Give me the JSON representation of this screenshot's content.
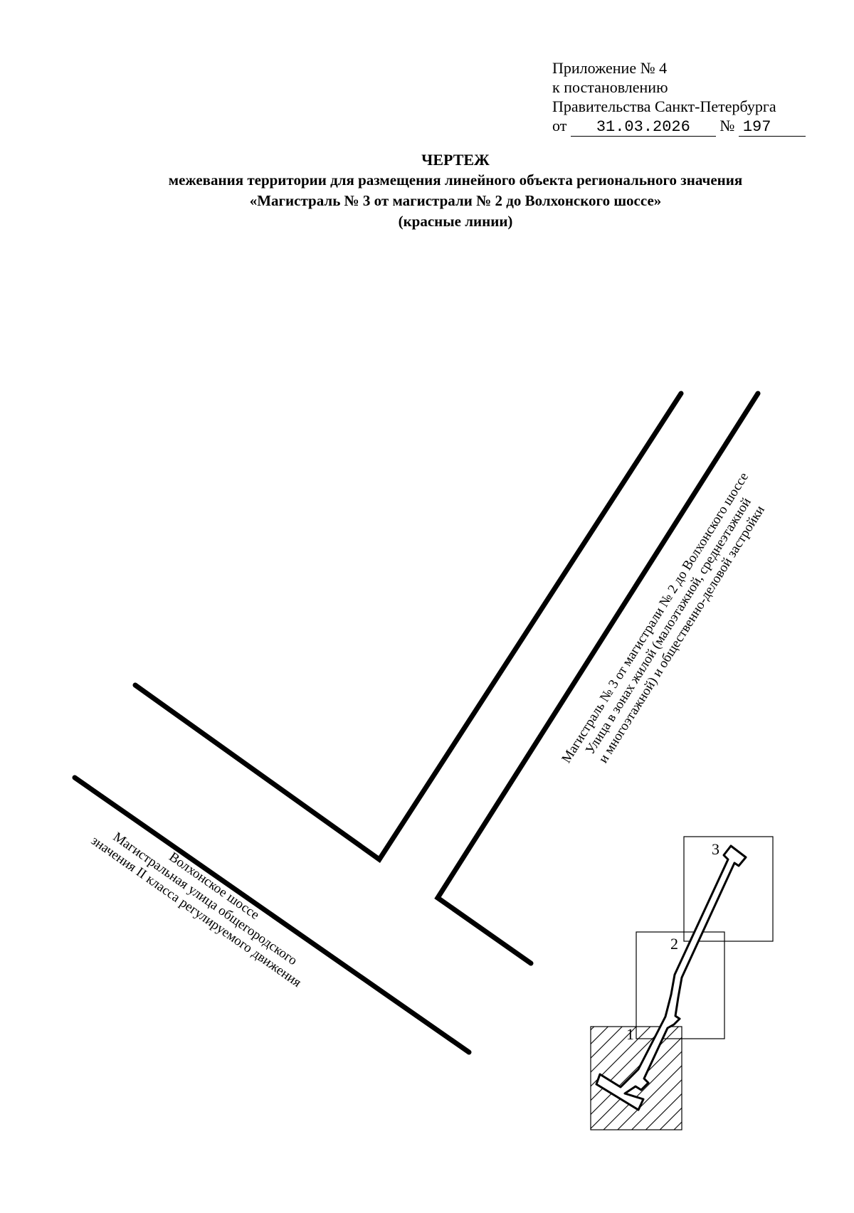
{
  "appendix": {
    "line1": "Приложение № 4",
    "line2": "к постановлению",
    "line3": "Правительства Санкт-Петербурга",
    "date_prefix": "от",
    "date": "31.03.2026",
    "number_prefix": "№",
    "number": "197"
  },
  "title": {
    "heading": "ЧЕРТЕЖ",
    "line1": "межевания территории для размещения линейного объекта регионального значения",
    "line2": "«Магистраль № 3 от магистрали № 2 до Волхонского шоссе»",
    "line3": "(красные линии)"
  },
  "labels": {
    "volkhonskoe": {
      "line1": "Волхонское шоссе",
      "line2": "Магистральная улица общегородского",
      "line3": "значения II класса регулируемого движения"
    },
    "magistral": {
      "line1": "Магистраль № 3 от магистрали № 2 до Волхонского шоссе",
      "line2": "Улица в зонах жилой (малоэтажной, среднеэтажной",
      "line3": "и многоэтажной) и общественно-деловой застройки"
    }
  },
  "sheet_index": [
    "1",
    "2",
    "3"
  ]
}
